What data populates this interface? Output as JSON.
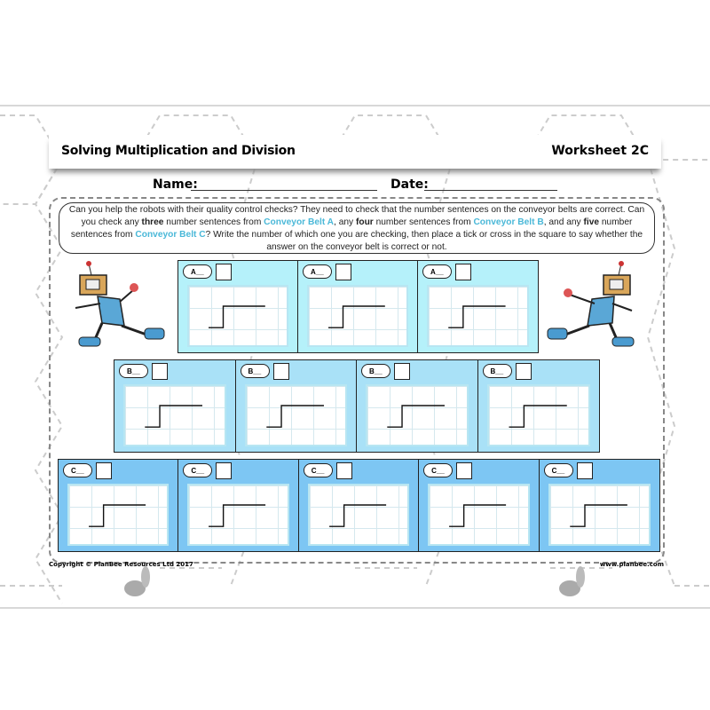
{
  "header": {
    "title": "Solving Multiplication and Division",
    "worksheet": "Worksheet 2C"
  },
  "fields": {
    "name_label": "Name:",
    "date_label": "Date:"
  },
  "instructions": {
    "p1": "Can you help the robots with their quality control checks? They need to check that the number sentences on the conveyor belts are correct. Can you check any ",
    "b1": "three",
    "p2": " number sentences from ",
    "belt_a": "Conveyor Belt A",
    "p3": ", any ",
    "b2": "four",
    "p4": " number sentences from ",
    "belt_b": "Conveyor Belt B",
    "p5": ", and any ",
    "b3": "five",
    "p6": " number sentences from ",
    "belt_c": "Conveyor Belt C",
    "p7": "? Write the number of which one you are checking, then place a tick or cross in the square to say whether the answer on the conveyor belt is correct or not."
  },
  "belts": [
    {
      "label": "A__",
      "count": 3,
      "color": "#b5f1fa"
    },
    {
      "label": "B__",
      "count": 4,
      "color": "#a9e1f7"
    },
    {
      "label": "C__",
      "count": 5,
      "color": "#7dc6f3"
    }
  ],
  "footer": {
    "copyright": "Copyright © PlanBee Resources Ltd 2017",
    "website": "www.planbee.com"
  },
  "colors": {
    "highlight": "#4ab8d8"
  }
}
